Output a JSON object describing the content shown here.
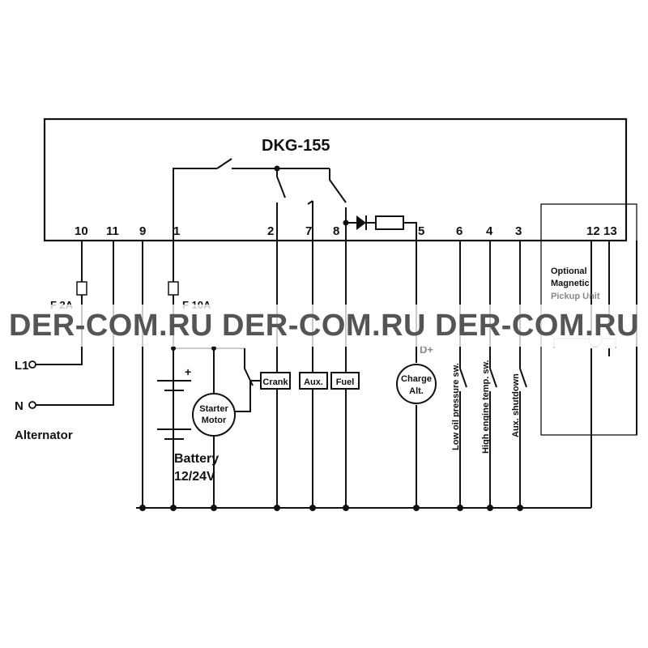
{
  "title": "DKG-155",
  "terminals": [
    "10",
    "11",
    "9",
    "1",
    "2",
    "7",
    "8",
    "5",
    "6",
    "4",
    "3",
    "12",
    "13"
  ],
  "fuses": {
    "f2a": "F 2A",
    "f10a": "F 10A"
  },
  "alternator": {
    "l1": "L1",
    "n": "N",
    "label": "Alternator"
  },
  "battery": {
    "plus": "+",
    "label": "Battery",
    "voltage": "12/24V"
  },
  "starter": {
    "line1": "Starter",
    "line2": "Motor"
  },
  "relays": {
    "crank": "Crank",
    "aux": "Aux.",
    "fuel": "Fuel"
  },
  "charge": {
    "line1": "Charge",
    "line2": "Alt.",
    "terminal": "D+"
  },
  "switches": {
    "oil": "Low oil pressure sw.",
    "temp": "High engine temp. sw.",
    "aux": "Aux. shutdown"
  },
  "pickup": {
    "line1": "Optional",
    "line2": "Magnetic",
    "line3": "Pickup Unit"
  },
  "watermark": "DER-COM.RU DER-COM.RU DER-COM.RU"
}
